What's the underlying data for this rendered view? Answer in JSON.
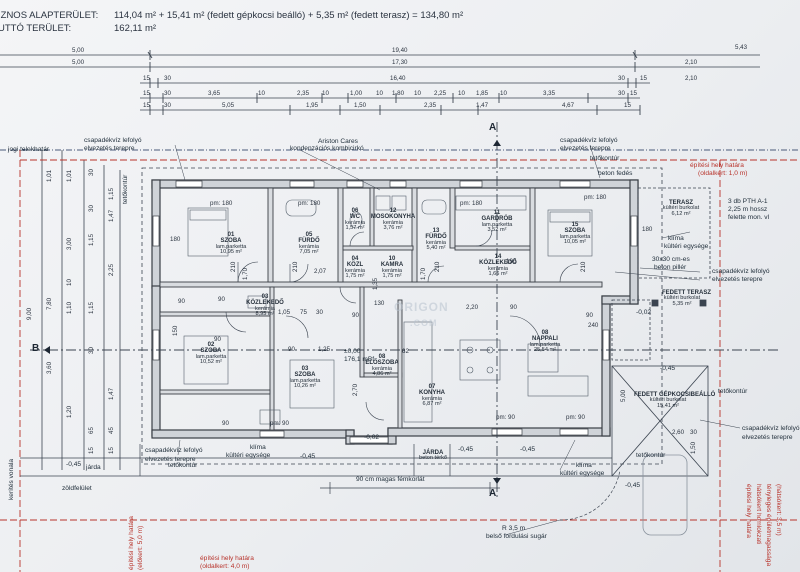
{
  "header": {
    "area1_label": "IZNOS ALAPTERÜLET:",
    "area1_value": "114,04 m² + 15,41 m² (fedett gépkocsi beálló) + 5,35 m² (fedett terasz) = 134,80 m²",
    "area2_label": "UTTÓ TERÜLET:",
    "area2_value": "162,11 m²"
  },
  "dimensions": {
    "row1": [
      "5,00",
      "19,40",
      "5,43"
    ],
    "row2": [
      "5,00",
      "17,30",
      "2,10"
    ],
    "row3": [
      "15",
      "30",
      "16,40",
      "30",
      "15",
      "2,10"
    ],
    "row4": [
      "15",
      "30",
      "3,65",
      "10",
      "2,35",
      "10",
      "1,00",
      "10",
      "1,80",
      "10",
      "2,25",
      "10",
      "1,85",
      "10",
      "3,35",
      "30",
      "15"
    ],
    "row5": [
      "15",
      "30",
      "5,05",
      "1,95",
      "1,50",
      "2,35",
      "1,47",
      "4,67",
      "15"
    ],
    "left": [
      "1,01",
      "1,01",
      "30",
      "1,15",
      "1,47",
      "30",
      "3,00",
      "1,15",
      "2,25",
      "10",
      "1,10",
      "1,15",
      "30",
      "1,47",
      "1,20",
      "65",
      "45",
      "7,80",
      "9,00",
      "3,60",
      "15",
      "15"
    ],
    "right_bottom": [
      "5,00",
      "1,50",
      "2,60",
      "30"
    ],
    "interior": [
      "pm: 180",
      "pm: 180",
      "pm: 180",
      "pm: 180",
      "180",
      "180",
      "210",
      "210",
      "210",
      "210",
      "2,20",
      "90",
      "90",
      "240",
      "1,05",
      "75",
      "30",
      "90",
      "90",
      "1,25",
      "2,70",
      "62",
      "90",
      "90",
      "pm: 90",
      "pm: 90",
      "pm: 90",
      "150",
      "90",
      "130",
      "1,70",
      "1,70",
      "2,07",
      "1,35",
      "90",
      "190"
    ]
  },
  "rooms": [
    {
      "num": "01",
      "name": "SZOBA",
      "floor": "lam.parketta",
      "area": "10,95 m²"
    },
    {
      "num": "05",
      "name": "FÜRDŐ",
      "floor": "kerámia",
      "area": "7,05 m²"
    },
    {
      "num": "06",
      "name": "WC",
      "floor": "kerámia",
      "area": "1,57 m²"
    },
    {
      "num": "12",
      "name": "MOSOKONYHA",
      "floor": "kerámia",
      "area": "3,76 m²"
    },
    {
      "num": "13",
      "name": "FÜRDŐ",
      "floor": "kerámia",
      "area": "5,40 m²"
    },
    {
      "num": "11",
      "name": "GARDRÓB",
      "floor": "lam.parketta",
      "area": "3,52 m²"
    },
    {
      "num": "15",
      "name": "SZOBA",
      "floor": "lam.parketta",
      "area": "10,05 m²"
    },
    {
      "num": "10",
      "name": "KAMRA",
      "floor": "kerámia",
      "area": "1,75 m²"
    },
    {
      "num": "14",
      "name": "KÖZLEKEDŐ",
      "floor": "kerámia",
      "area": "1,66 m²"
    },
    {
      "num": "03",
      "name": "KÖZLEKEDŐ",
      "floor": "kerámia",
      "area": "8,95 m²"
    },
    {
      "num": "04",
      "name": "KÖZL",
      "floor": "kerámia",
      "area": "1,75 m²"
    },
    {
      "num": "02",
      "name": "SZOBA",
      "floor": "lam.parketta",
      "area": "10,52 m²"
    },
    {
      "num": "03",
      "name": "SZOBA",
      "floor": "lam.parketta",
      "area": "10,26 m²"
    },
    {
      "num": "08",
      "name": "ELŐSZOBA",
      "floor": "kerámia",
      "area": "4,86 m²"
    },
    {
      "num": "07",
      "name": "KONYHA",
      "floor": "kerámia",
      "area": "6,87 m²"
    },
    {
      "num": "08",
      "name": "NAPPALI",
      "floor": "lam.parketta",
      "area": "25,54 m²"
    },
    {
      "num": "",
      "name": "TERASZ",
      "floor": "kültéri burkolat",
      "area": "6,12 m²"
    },
    {
      "num": "",
      "name": "FEDETT TERASZ",
      "floor": "kültéri burkolat",
      "area": "5,35 m²"
    },
    {
      "num": "",
      "name": "FEDETT GÉPKOCSIBEÁLLÓ",
      "floor": "kültéri burkolat",
      "area": "15,41 m²"
    },
    {
      "num": "",
      "name": "JÁRDA",
      "floor": "beton térkő",
      "area": ""
    }
  ],
  "notes": {
    "ariston": "Ariston Cares",
    "kombi": "kondenzációs kombicirkó",
    "csapadek1a": "csapadékvíz lefolyó",
    "csapadek1b": "elvezetés terepre",
    "csapadek2a": "csapadékvíz lefolyó",
    "csapadek2b": "elvezetés terepre",
    "csapadek3a": "csapadékvíz lefolyó",
    "csapadek3b": "elvezetés terepre",
    "csapadek4a": "csapadékvíz lefolyó",
    "csapadek4b": "elvezetés terepre",
    "csapadek5a": "csapadékvíz lefolyó",
    "csapadek5b": "elvezetés terepre",
    "jogi": "jogi telekhatár",
    "tetokontur": "tetőkontúr",
    "epitesi1a": "építési hely határa",
    "epitesi1b": "(oldalkert: 1,0 m)",
    "beton_fedes": "beton fedés",
    "pth1": "3 db PTH A-1",
    "pth2": "2,25 m hossz",
    "pth3": "felette mon. vl",
    "klima1": "klíma",
    "klima1b": "kültéri egysége",
    "piller1": "30x30 cm-es",
    "piller2": "beton pillér",
    "level_m002": "-0,02",
    "level_m045": "-0,45",
    "level_zero": "±0,00",
    "level_mbf": "176,1 mBf",
    "klima2": "klíma",
    "klima2b": "kültéri egysége",
    "klima3": "klíma",
    "klima3b": "kültéri egysége",
    "jarda": "járda",
    "zoldfelulet": "zöldfelület",
    "korlat": "90 cm magas fémkorlát",
    "fordulo1": "R 3,5 m",
    "fordulo2": "belső fordulási sugár",
    "epitesi_left1": "építési hely határa",
    "epitesi_left2": "(előkert: 5,0 m)",
    "epitesi_bottom1": "építési hely határa",
    "epitesi_bottom2": "(oldalkert: 4,0 m)",
    "kerites": "kerítés vonala",
    "right_vert1": "építési hely határa",
    "right_vert2": "hátsókert homlokzati",
    "right_vert3": "tényleges épületmagassága",
    "right_vert4": "(hátsókert: 3,5 m)",
    "watermark": "ORIGON",
    "watermark2": ".COM",
    "section_a": "A",
    "section_b": "B"
  },
  "colors": {
    "wall_fill": "#cfd3d8",
    "wall_stroke": "#3a3f46",
    "line": "#3b4450",
    "red_line": "#b8342c",
    "blue_line": "#4a5a7a"
  }
}
